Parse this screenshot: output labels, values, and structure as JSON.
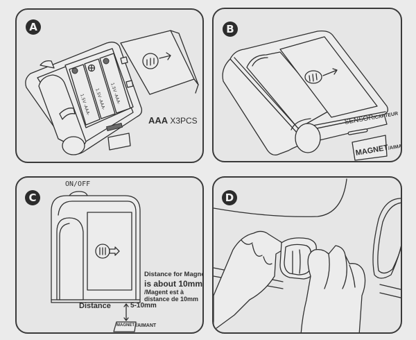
{
  "panels": [
    {
      "id": "A",
      "badge": "A",
      "battery_label": "AAA",
      "battery_qty": "X3PCS",
      "battery_marking": "1.5V -AAA-"
    },
    {
      "id": "B",
      "badge": "B",
      "sensor_label": "SENSOR",
      "sensor_label_fr": "/CAPTEUR",
      "magnet_label": "MAGNET",
      "magnet_label_fr": "/AIMANT"
    },
    {
      "id": "C",
      "badge": "C",
      "switch_label": "ON/OFF",
      "distance_label": "Distance",
      "distance_value": "5-10mm",
      "magnet_label": "MAGNET",
      "magnet_label_fr": "/AIMANT",
      "note_line1": "Distance for Magnet",
      "note_line2": "is about 10mm",
      "note_line3": "/Magent est à",
      "note_line4": "distance de 10mm"
    },
    {
      "id": "D",
      "badge": "D"
    }
  ],
  "colors": {
    "line": "#2f2f2f",
    "background": "#e6e6e6",
    "badge": "#2c2c2c"
  }
}
